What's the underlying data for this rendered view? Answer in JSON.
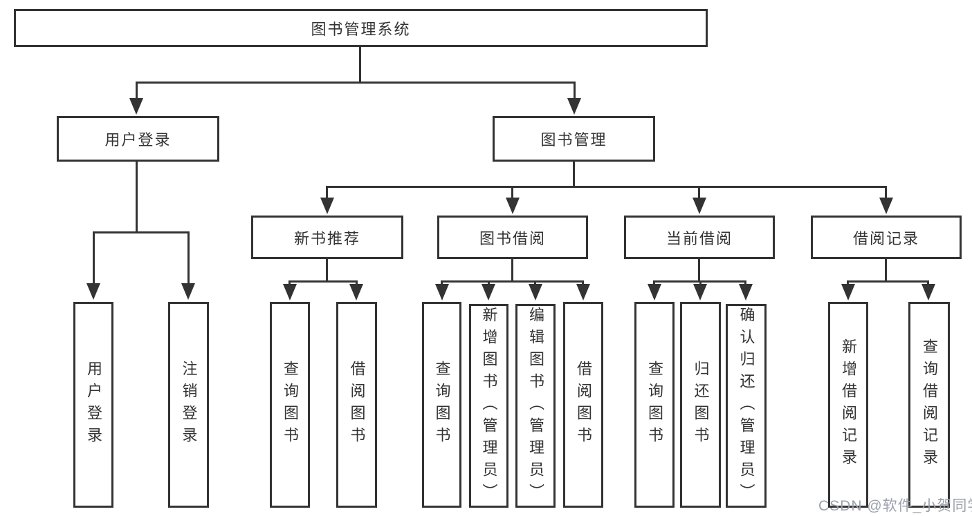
{
  "diagram": {
    "title_node": {
      "label": "图书管理系统"
    },
    "level2": [
      {
        "label": "用户登录"
      },
      {
        "label": "图书管理"
      }
    ],
    "level3": [
      {
        "label": "新书推荐"
      },
      {
        "label": "图书借阅"
      },
      {
        "label": "当前借阅"
      },
      {
        "label": "借阅记录"
      }
    ],
    "leaves": {
      "user_login": [
        "用户登录",
        "注销登录"
      ],
      "new_books": [
        "查询图书",
        "借阅图书"
      ],
      "book_borrow": [
        "查询图书",
        "新增图书（管理员）",
        "编辑图书（管理员）",
        "借阅图书"
      ],
      "current_borrow": [
        "查询图书",
        "归还图书",
        "确认归还（管理员）"
      ],
      "borrow_records": [
        "新增借阅记录",
        "查询借阅记录"
      ]
    }
  },
  "watermark": "CSDN @软件_小贺同学",
  "colors": {
    "line": "#333333",
    "box_border": "#333333",
    "text": "#333333",
    "watermark": "#9ba1ab",
    "background": "#ffffff"
  }
}
